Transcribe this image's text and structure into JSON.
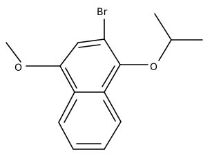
{
  "molecule": {
    "atoms": {
      "bromine": "Br",
      "methoxy_oxygen": "O",
      "isopropoxy_oxygen": "O"
    },
    "colors": {
      "bond": "#000000",
      "label": "#000000",
      "background": "#ffffff"
    }
  }
}
